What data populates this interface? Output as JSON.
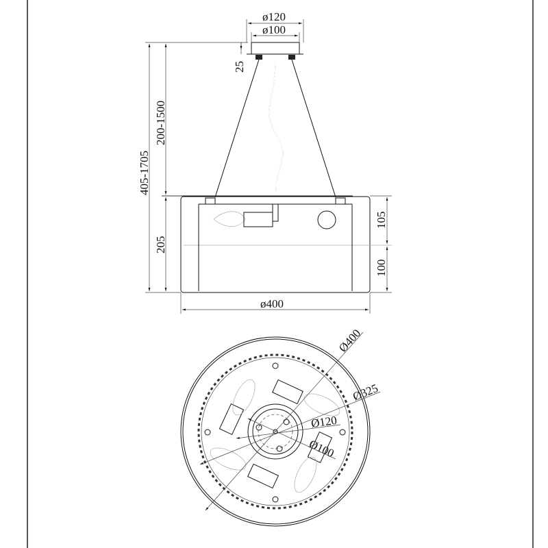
{
  "side_view": {
    "canopy_outer_dim": "ø120",
    "canopy_inner_dim": "ø100",
    "canopy_height_dim": "25",
    "total_height_dim": "405-1705",
    "suspension_dim": "200-1500",
    "shade_height_dim": "205",
    "upper_section_dim": "105",
    "lower_section_dim": "100",
    "shade_diameter_dim": "ø400"
  },
  "plan_view": {
    "outer_diameter_dim": "Ø400",
    "crystal_ring_dim": "Ø325",
    "canopy_outer_dim": "Ø120",
    "canopy_inner_dim": "Ø100"
  }
}
